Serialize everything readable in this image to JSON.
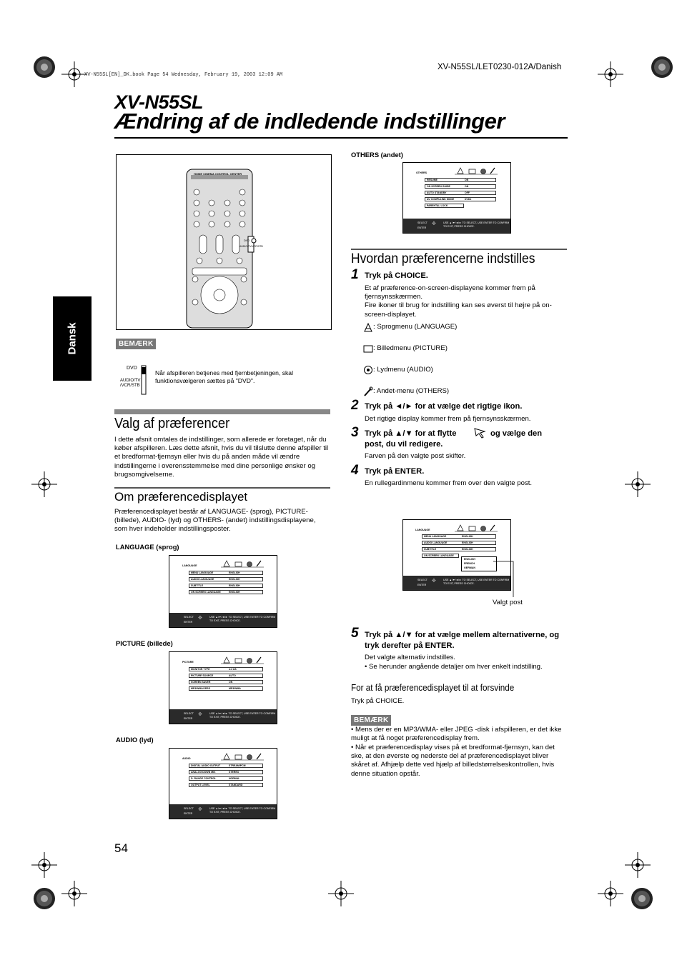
{
  "header": {
    "book_line": "XV-N55SL[EN]_DK.book  Page 54  Wednesday, February 19, 2003  12:09 AM",
    "doc_code": "XV-N55SL/LET0230-012A/Danish",
    "model": "XV-N55SL",
    "title": "Ændring af de indledende indstillinger"
  },
  "side_tab": "Dansk",
  "remote": {
    "brand": "HOME CINEMA CONTROL CENTER",
    "dvd_switch": "DVD",
    "audio_switch": "AUDIO/TV/VCR/STB"
  },
  "note1": {
    "badge": "BEMÆRK",
    "switch_top": "DVD",
    "switch_bottom": "AUDIO/TV\n/VCR/STB",
    "text": "Når afspilleren betjenes med fjernbetjeningen, skal funktionsvælgeren sættes på \"DVD\"."
  },
  "valg": {
    "heading": "Valg af præferencer",
    "body": "I dette afsnit omtales de indstillinger, som allerede er foretaget, når du køber afspilleren. Læs dette afsnit, hvis du vil tilslutte denne afspiller til et bredformat-fjernsyn eller hvis du på anden måde vil ændre indstillingerne i overensstemmelse med dine personlige ønsker og brugsomgivelserne."
  },
  "om": {
    "heading": "Om præferencedisplayet",
    "body": "Præferencedisplayet består af LANGUAGE- (sprog), PICTURE- (billede), AUDIO- (lyd) og OTHERS- (andet) indstillingsdisplayene, som hver indeholder indstillingsposter."
  },
  "screens": {
    "bar_select": "SELECT",
    "bar_enter": "ENTER",
    "bar_text": "USE ▲/▼/◄/► TO SELECT, USE ENTER TO CONFIRM\nTO EXIT, PRESS CHOICE.",
    "language": {
      "caption": "LANGUAGE (sprog)",
      "tab": "LANGUAGE",
      "rows": [
        {
          "label": "MENU LANGUAGE",
          "value": "ENGLISH"
        },
        {
          "label": "AUDIO LANGUAGE",
          "value": "ENGLISH"
        },
        {
          "label": "SUBTITLE",
          "value": "ENGLISH"
        },
        {
          "label": "ON SCREEN LANGUAGE",
          "value": "ENGLISH"
        }
      ]
    },
    "picture": {
      "caption": "PICTURE (billede)",
      "tab": "PICTURE",
      "rows": [
        {
          "label": "MONITOR TYPE",
          "value": "4:3 LB"
        },
        {
          "label": "PICTURE SOURCE",
          "value": "AUTO"
        },
        {
          "label": "SCREEN SAVER",
          "value": "ON"
        },
        {
          "label": "MP3/WMA/JPEG",
          "value": "MP3/WMA"
        }
      ]
    },
    "audio": {
      "caption": "AUDIO (lyd)",
      "tab": "AUDIO",
      "rows": [
        {
          "label": "DIGITAL AUDIO OUTPUT",
          "value": "STREAM/PCM"
        },
        {
          "label": "ANALOG DOWN MIX",
          "value": "STEREO"
        },
        {
          "label": "D. RANGE CONTROL",
          "value": "NORMAL"
        },
        {
          "label": "OUTPUT LEVEL",
          "value": "STANDARD"
        }
      ]
    },
    "others": {
      "caption": "OTHERS (andet)",
      "tab": "OTHERS",
      "rows": [
        {
          "label": "RESUME",
          "value": "ON"
        },
        {
          "label": "ON SCREEN GUIDE",
          "value": "ON"
        },
        {
          "label": "AUTO STANDBY",
          "value": "OFF"
        },
        {
          "label": "AV COMPULINK MODE",
          "value": "DVD1"
        },
        {
          "label": "PARENTAL LOCK",
          "value": ""
        }
      ]
    },
    "dropdown": {
      "tab": "LANGUAGE",
      "rows": [
        {
          "label": "MENU LANGUAGE",
          "value": "ENGLISH"
        },
        {
          "label": "AUDIO LANGUAGE",
          "value": "ENGLISH"
        },
        {
          "label": "SUBTITLE",
          "value": "ENGLISH"
        },
        {
          "label": "ON SCREEN LANGUAGE",
          "value": ""
        }
      ],
      "options": [
        "ENGLISH",
        "FRENCH",
        "GERMAN"
      ],
      "callout": "Valgt post"
    }
  },
  "hvordan": {
    "heading": "Hvordan præferencerne indstilles",
    "steps": [
      {
        "num": "1",
        "head": "Tryk på CHOICE.",
        "body": "Et af præference-on-screen-displayene kommer frem på fjernsynsskærmen.\nFire ikoner til brug for indstilling kan ses øverst til højre på on-screen-displayet."
      },
      {
        "num": "2",
        "head": "Tryk på ◄/► for at vælge det rigtige ikon.",
        "body": "Det rigtige display kommer frem på fjernsynsskærmen."
      },
      {
        "num": "3",
        "head_a": "Tryk på ▲/▼ for at flytte",
        "head_b": "og vælge den",
        "head_c": "post, du vil redigere.",
        "body": "Farven på den valgte post skifter."
      },
      {
        "num": "4",
        "head": "Tryk på ENTER.",
        "body": "En rullegardinmenu kommer frem over den valgte post."
      },
      {
        "num": "5",
        "head": "Tryk på ▲/▼ for at vælge mellem alternativerne, og tryk derefter på ENTER.",
        "body1": "Det valgte alternativ indstilles.",
        "body2": "• Se herunder angående detaljer om hver enkelt indstilling."
      }
    ],
    "icons": [
      {
        "icon": "language-icon",
        "text": ": Sprogmenu (LANGUAGE)"
      },
      {
        "icon": "picture-icon",
        "text": ": Billedmenu (PICTURE)"
      },
      {
        "icon": "audio-icon",
        "text": ": Lydmenu (AUDIO)"
      },
      {
        "icon": "others-icon",
        "text": ": Andet-menu (OTHERS)"
      }
    ]
  },
  "forat": {
    "heading": "For at få præferencedisplayet til at forsvinde",
    "body": "Tryk på CHOICE."
  },
  "note2": {
    "badge": "BEMÆRK",
    "items": [
      "• Mens der er en MP3/WMA- eller JPEG -disk i afspilleren, er det ikke muligt at få noget præferencedisplay frem.",
      "• Når et præferencedisplay vises på et bredformat-fjernsyn, kan det ske, at den øverste og nederste del af præferencedisplayet bliver skåret af. Afhjælp dette ved hjælp af billedstørrelseskontrollen, hvis denne situation opstår."
    ]
  },
  "page_number": "54"
}
